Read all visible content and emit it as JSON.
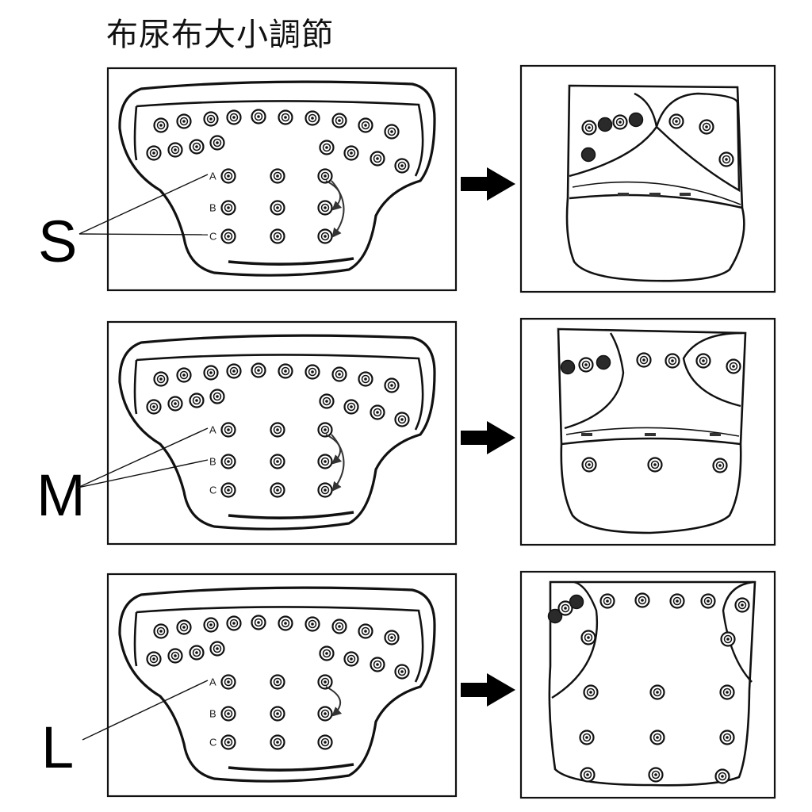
{
  "title": "布尿布大小調節",
  "snap_labels": [
    "A",
    "B",
    "C"
  ],
  "rows": [
    {
      "size": "S",
      "line_targets": [
        "A",
        "C"
      ]
    },
    {
      "size": "M",
      "line_targets": [
        "A",
        "B"
      ]
    },
    {
      "size": "L",
      "line_targets": [
        "A"
      ]
    }
  ],
  "colors": {
    "ink": "#111111",
    "background": "#ffffff",
    "panel_border": "#111111"
  }
}
